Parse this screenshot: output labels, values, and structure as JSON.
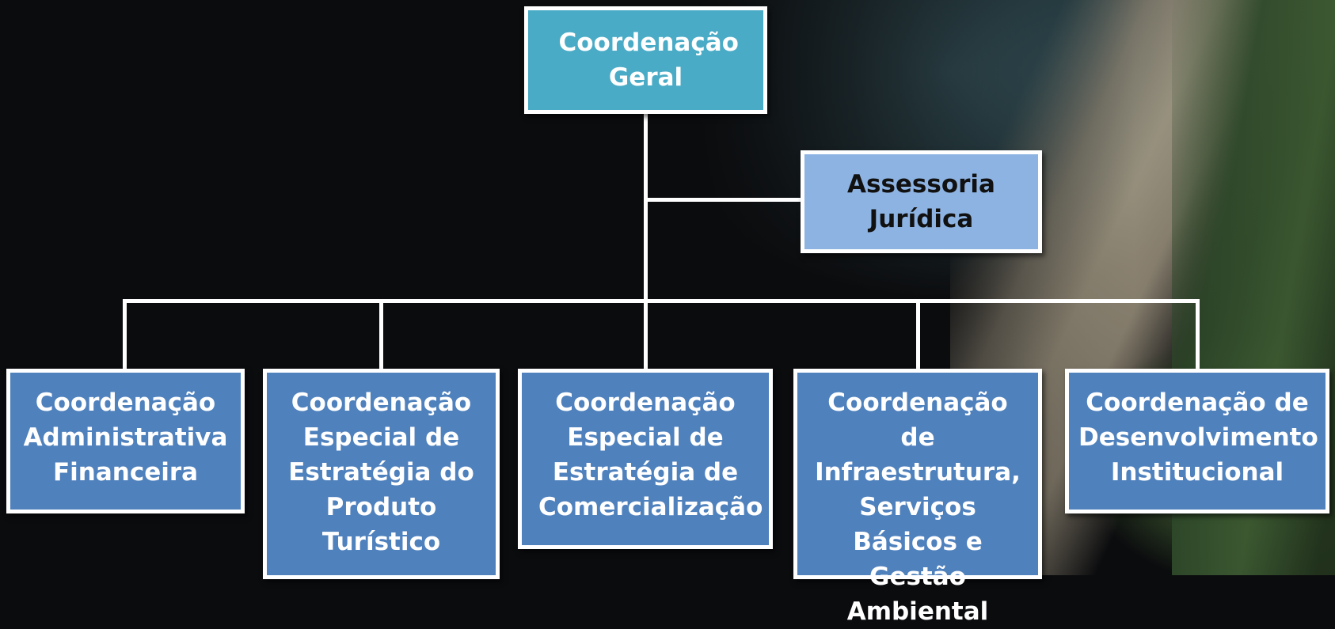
{
  "org_chart": {
    "root": {
      "label": "Coordenação Geral"
    },
    "advisory": {
      "label": "Assessoria Jurídica"
    },
    "units": [
      {
        "label": "Coordenação Administrativa Financeira"
      },
      {
        "label": "Coordenação Especial de Estratégia do Produto Turístico"
      },
      {
        "label": "Coordenação Especial de Estratégia de Comercialização"
      },
      {
        "label": "Coordenação de Infraestrutura, Serviços Básicos e Gestão Ambiental"
      },
      {
        "label": "Coordenação de Desenvolvimento Institucional"
      }
    ]
  },
  "colors": {
    "root_fill": "#4aabc6",
    "advisory_fill": "#8db3e2",
    "unit_fill": "#4f81bd",
    "connector": "#ffffff",
    "background": "#0b0c0e"
  }
}
